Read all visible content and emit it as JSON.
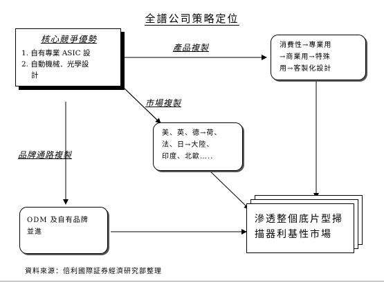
{
  "title": "全譜公司策略定位",
  "core_box": {
    "heading": "核心競爭優勢",
    "items": [
      "1. 自有專業 ASIC 設",
      "2. 自動機械．光學設",
      "計"
    ]
  },
  "labels": {
    "product_copy": "產品複製",
    "market_copy": "市場複製",
    "channel_copy": "品牌通路複製"
  },
  "product_box": {
    "lines": [
      "消費性→專業用",
      "→商業用→特殊",
      "用→客製化設計"
    ]
  },
  "market_box": {
    "lines": [
      "美、英、德→荷、",
      "法、日→大陸、",
      "印度、北歐….."
    ]
  },
  "odm_box": {
    "lines": [
      "ODM 及自有品牌",
      "並進"
    ]
  },
  "target_box": {
    "lines": [
      "滲透整個底片型掃",
      "描器利基性市場"
    ]
  },
  "source": "資料來源：倍利國際証券經濟研究部整理"
}
